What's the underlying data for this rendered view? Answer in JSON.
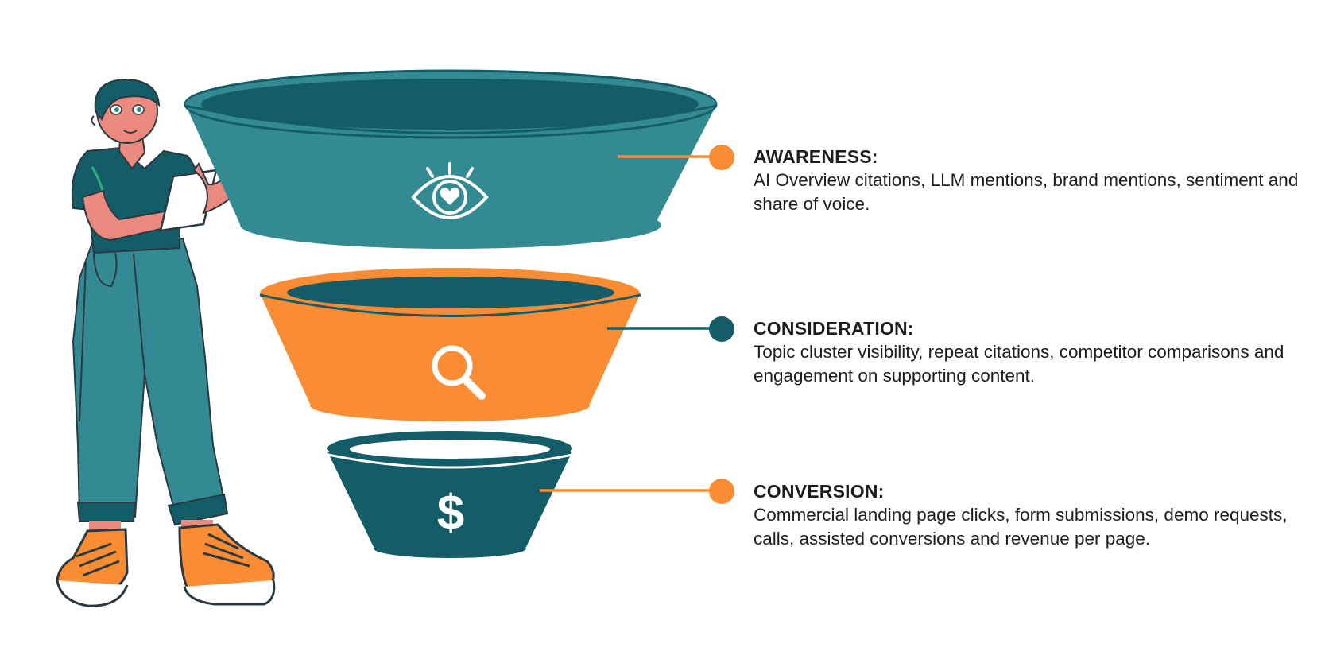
{
  "colors": {
    "teal": "#348a92",
    "dark_teal": "#145c67",
    "orange": "#fa8c34",
    "skin": "#ea8a7e",
    "outline": "#2b3a42"
  },
  "stages": [
    {
      "title": "AWARENESS:",
      "description": "AI Overview citations, LLM mentions, brand mentions, sentiment and share of voice.",
      "icon": "eye-heart-icon",
      "color": "#348a92",
      "marker_color": "#fa8c34"
    },
    {
      "title": "CONSIDERATION:",
      "description": "Topic cluster visibility, repeat citations, competitor comparisons and engagement on supporting content.",
      "icon": "magnifier-icon",
      "color": "#fa8c34",
      "marker_color": "#145c67"
    },
    {
      "title": "CONVERSION:",
      "description": "Commercial landing page clicks, form submissions, demo requests, calls, assisted conversions and revenue per page.",
      "icon": "dollar-icon",
      "color": "#145c67",
      "marker_color": "#fa8c34"
    }
  ]
}
